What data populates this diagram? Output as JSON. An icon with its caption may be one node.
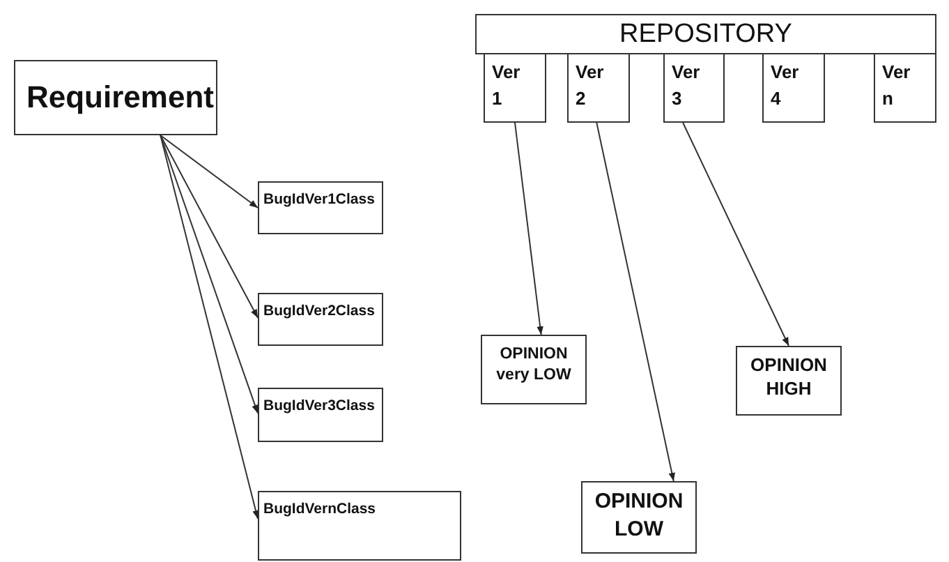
{
  "diagram": {
    "nodes": [
      {
        "text": [
          "Requirement"
        ]
      },
      {
        "text": [
          "BugIdVer1Class"
        ]
      },
      {
        "text": [
          "BugIdVer2Class"
        ]
      },
      {
        "text": [
          "BugIdVer3Class"
        ]
      },
      {
        "text": [
          "BugIdVernClass"
        ]
      },
      {
        "text": [
          "REPOSITORY"
        ]
      },
      {
        "text": [
          "Ver 1"
        ]
      },
      {
        "text": [
          "Ver 2"
        ]
      },
      {
        "text": [
          "Ver 3"
        ]
      },
      {
        "text": [
          "Ver 4"
        ]
      },
      {
        "text": [
          "Ver n"
        ]
      },
      {
        "text": [
          "OPINION very LOW"
        ]
      },
      {
        "text": [
          "OPINION LOW"
        ]
      },
      {
        "text": [
          "OPINION HIGH"
        ]
      }
    ],
    "edges": [
      {
        "from": 0,
        "to": 1,
        "arrow": "to"
      },
      {
        "from": 0,
        "to": 2,
        "arrow": "to"
      },
      {
        "from": 0,
        "to": 3,
        "arrow": "to"
      },
      {
        "from": 0,
        "to": 4,
        "arrow": "to"
      },
      {
        "from": 6,
        "to": 11,
        "arrow": "to"
      },
      {
        "from": 7,
        "to": 12,
        "arrow": "to"
      },
      {
        "from": 8,
        "to": 13,
        "arrow": "to"
      }
    ]
  }
}
